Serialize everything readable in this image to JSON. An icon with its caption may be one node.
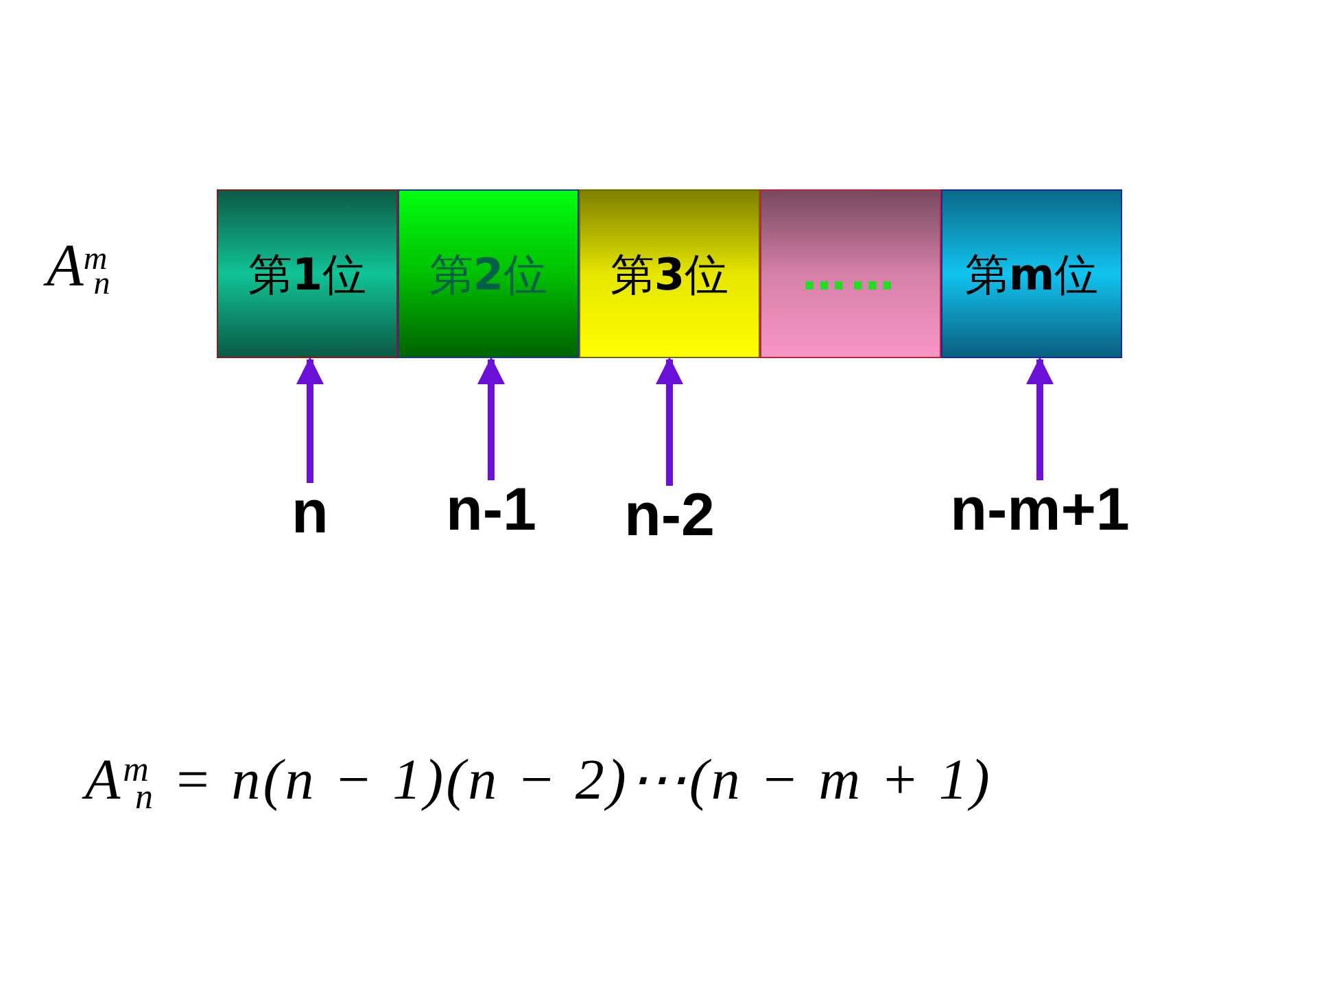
{
  "diagram": {
    "nodes": [
      {
        "text": [
          "第**1**位"
        ]
      },
      {
        "text": [
          "第**2**位"
        ]
      },
      {
        "text": [
          "第**3**位"
        ]
      },
      {
        "text": [
          "……"
        ]
      },
      {
        "text": [
          "第**m**位"
        ]
      },
      {
        "text": [
          "n"
        ]
      },
      {
        "text": [
          "n-1"
        ]
      },
      {
        "text": [
          "n-2"
        ]
      },
      {
        "text": [
          "n-m+1"
        ]
      }
    ],
    "edges": [
      {
        "from": 5,
        "to": 0,
        "arrow": "to"
      },
      {
        "from": 6,
        "to": 1,
        "arrow": "to"
      },
      {
        "from": 7,
        "to": 2,
        "arrow": "to"
      },
      {
        "from": 8,
        "to": 4,
        "arrow": "to"
      }
    ],
    "labels": [
      "A$^{m}$$_{n}$",
      "A$^{m}$$_{n}$ = n(n − 1)(n − 2)⋯(n − m + 1)"
    ]
  }
}
